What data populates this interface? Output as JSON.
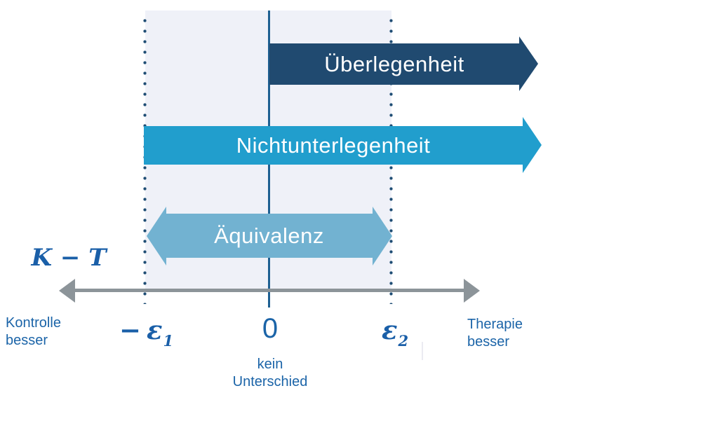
{
  "arrows": {
    "superiority": {
      "label": "Überlegenheit"
    },
    "noninferiority": {
      "label": "Nichtunterlegenheit"
    },
    "equivalence": {
      "label": "Äquivalenz"
    }
  },
  "axis": {
    "label": "K − T",
    "ticks": {
      "neg_epsilon1": {
        "minus": "−",
        "symbol": "ε",
        "subscript": "1"
      },
      "zero": "0",
      "epsilon2": {
        "symbol": "ε",
        "subscript": "2"
      }
    },
    "captions": {
      "left": {
        "line1": "Kontrolle",
        "line2": "besser"
      },
      "zero": {
        "line1": "kein",
        "line2": "Unterschied"
      },
      "right": {
        "line1": "Therapie",
        "line2": "besser"
      }
    }
  },
  "colors": {
    "navy": "#204a70",
    "teal": "#219ecd",
    "light_blue": "#72b2d1",
    "region": "#eff1f8",
    "dotted": "#1e4d74",
    "zero_line": "#1e6092",
    "axis_gray": "#8c9499",
    "label_blue": "#1b64a8",
    "math_blue": "#1a5fa8"
  }
}
